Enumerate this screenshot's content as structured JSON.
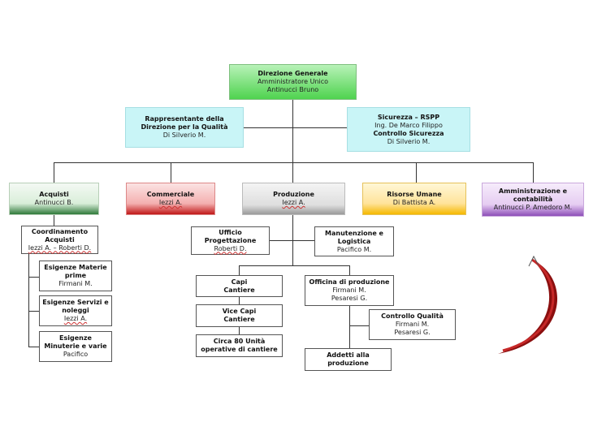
{
  "top": {
    "title": "Direzione Generale",
    "line1": "Amministratore Unico",
    "line2": "Antinucci  Bruno"
  },
  "left_staff": {
    "title1": "Rappresentante della",
    "title2": "Direzione per la Qualità",
    "name": "Di Silverio M."
  },
  "right_staff": {
    "title1": "Sicurezza – RSPP",
    "line1": "Ing. De Marco Filippo",
    "title2": "Controllo Sicurezza",
    "name": "Di Silverio M."
  },
  "departments": [
    {
      "title": "Acquisti",
      "name": "Antinucci  B."
    },
    {
      "title": "Commerciale",
      "name": "Iezzi A."
    },
    {
      "title": "Produzione",
      "name": "Iezzi A."
    },
    {
      "title": "Risorse Umane",
      "name": "Di Battista A."
    },
    {
      "title": "Amministrazione e",
      "title2": "contabilità",
      "name": "Antinucci  P. Amedoro M."
    }
  ],
  "acquisti": {
    "coord": {
      "title1": "Coordinamento",
      "title2": "Acquisti",
      "name": "Iezzi A. – Roberti D."
    },
    "items": [
      {
        "title1": "Esigenze Materie",
        "title2": "prime",
        "name": "Firmani M."
      },
      {
        "title1": "Esigenze Servizi e",
        "title2": "noleggi",
        "name": "Iezzi A."
      },
      {
        "title1": "Esigenze",
        "title2": "Minuterie e varie",
        "name": "Pacifico"
      }
    ]
  },
  "produzione": {
    "ufficio": {
      "title1": "Ufficio",
      "title2": "Progettazione",
      "name": "Roberti D."
    },
    "manutenzione": {
      "title1": "Manutenzione e",
      "title2": "Logistica",
      "name": "Pacifico M."
    },
    "capi": {
      "title1": "Capi",
      "title2": "Cantiere"
    },
    "vice": {
      "title1": "Vice Capi",
      "title2": "Cantiere"
    },
    "circa": {
      "title1": "Circa 80 Unità",
      "title2": "operative di cantiere"
    },
    "officina": {
      "title": "Officina di produzione",
      "line1": "Firmani M.",
      "line2": "Pesaresi G."
    },
    "controllo": {
      "title": "Controllo Qualità",
      "line1": "Firmani M.",
      "line2": "Pesaresi G."
    },
    "addetti": {
      "title1": "Addetti alla",
      "title2": "produzione"
    }
  }
}
